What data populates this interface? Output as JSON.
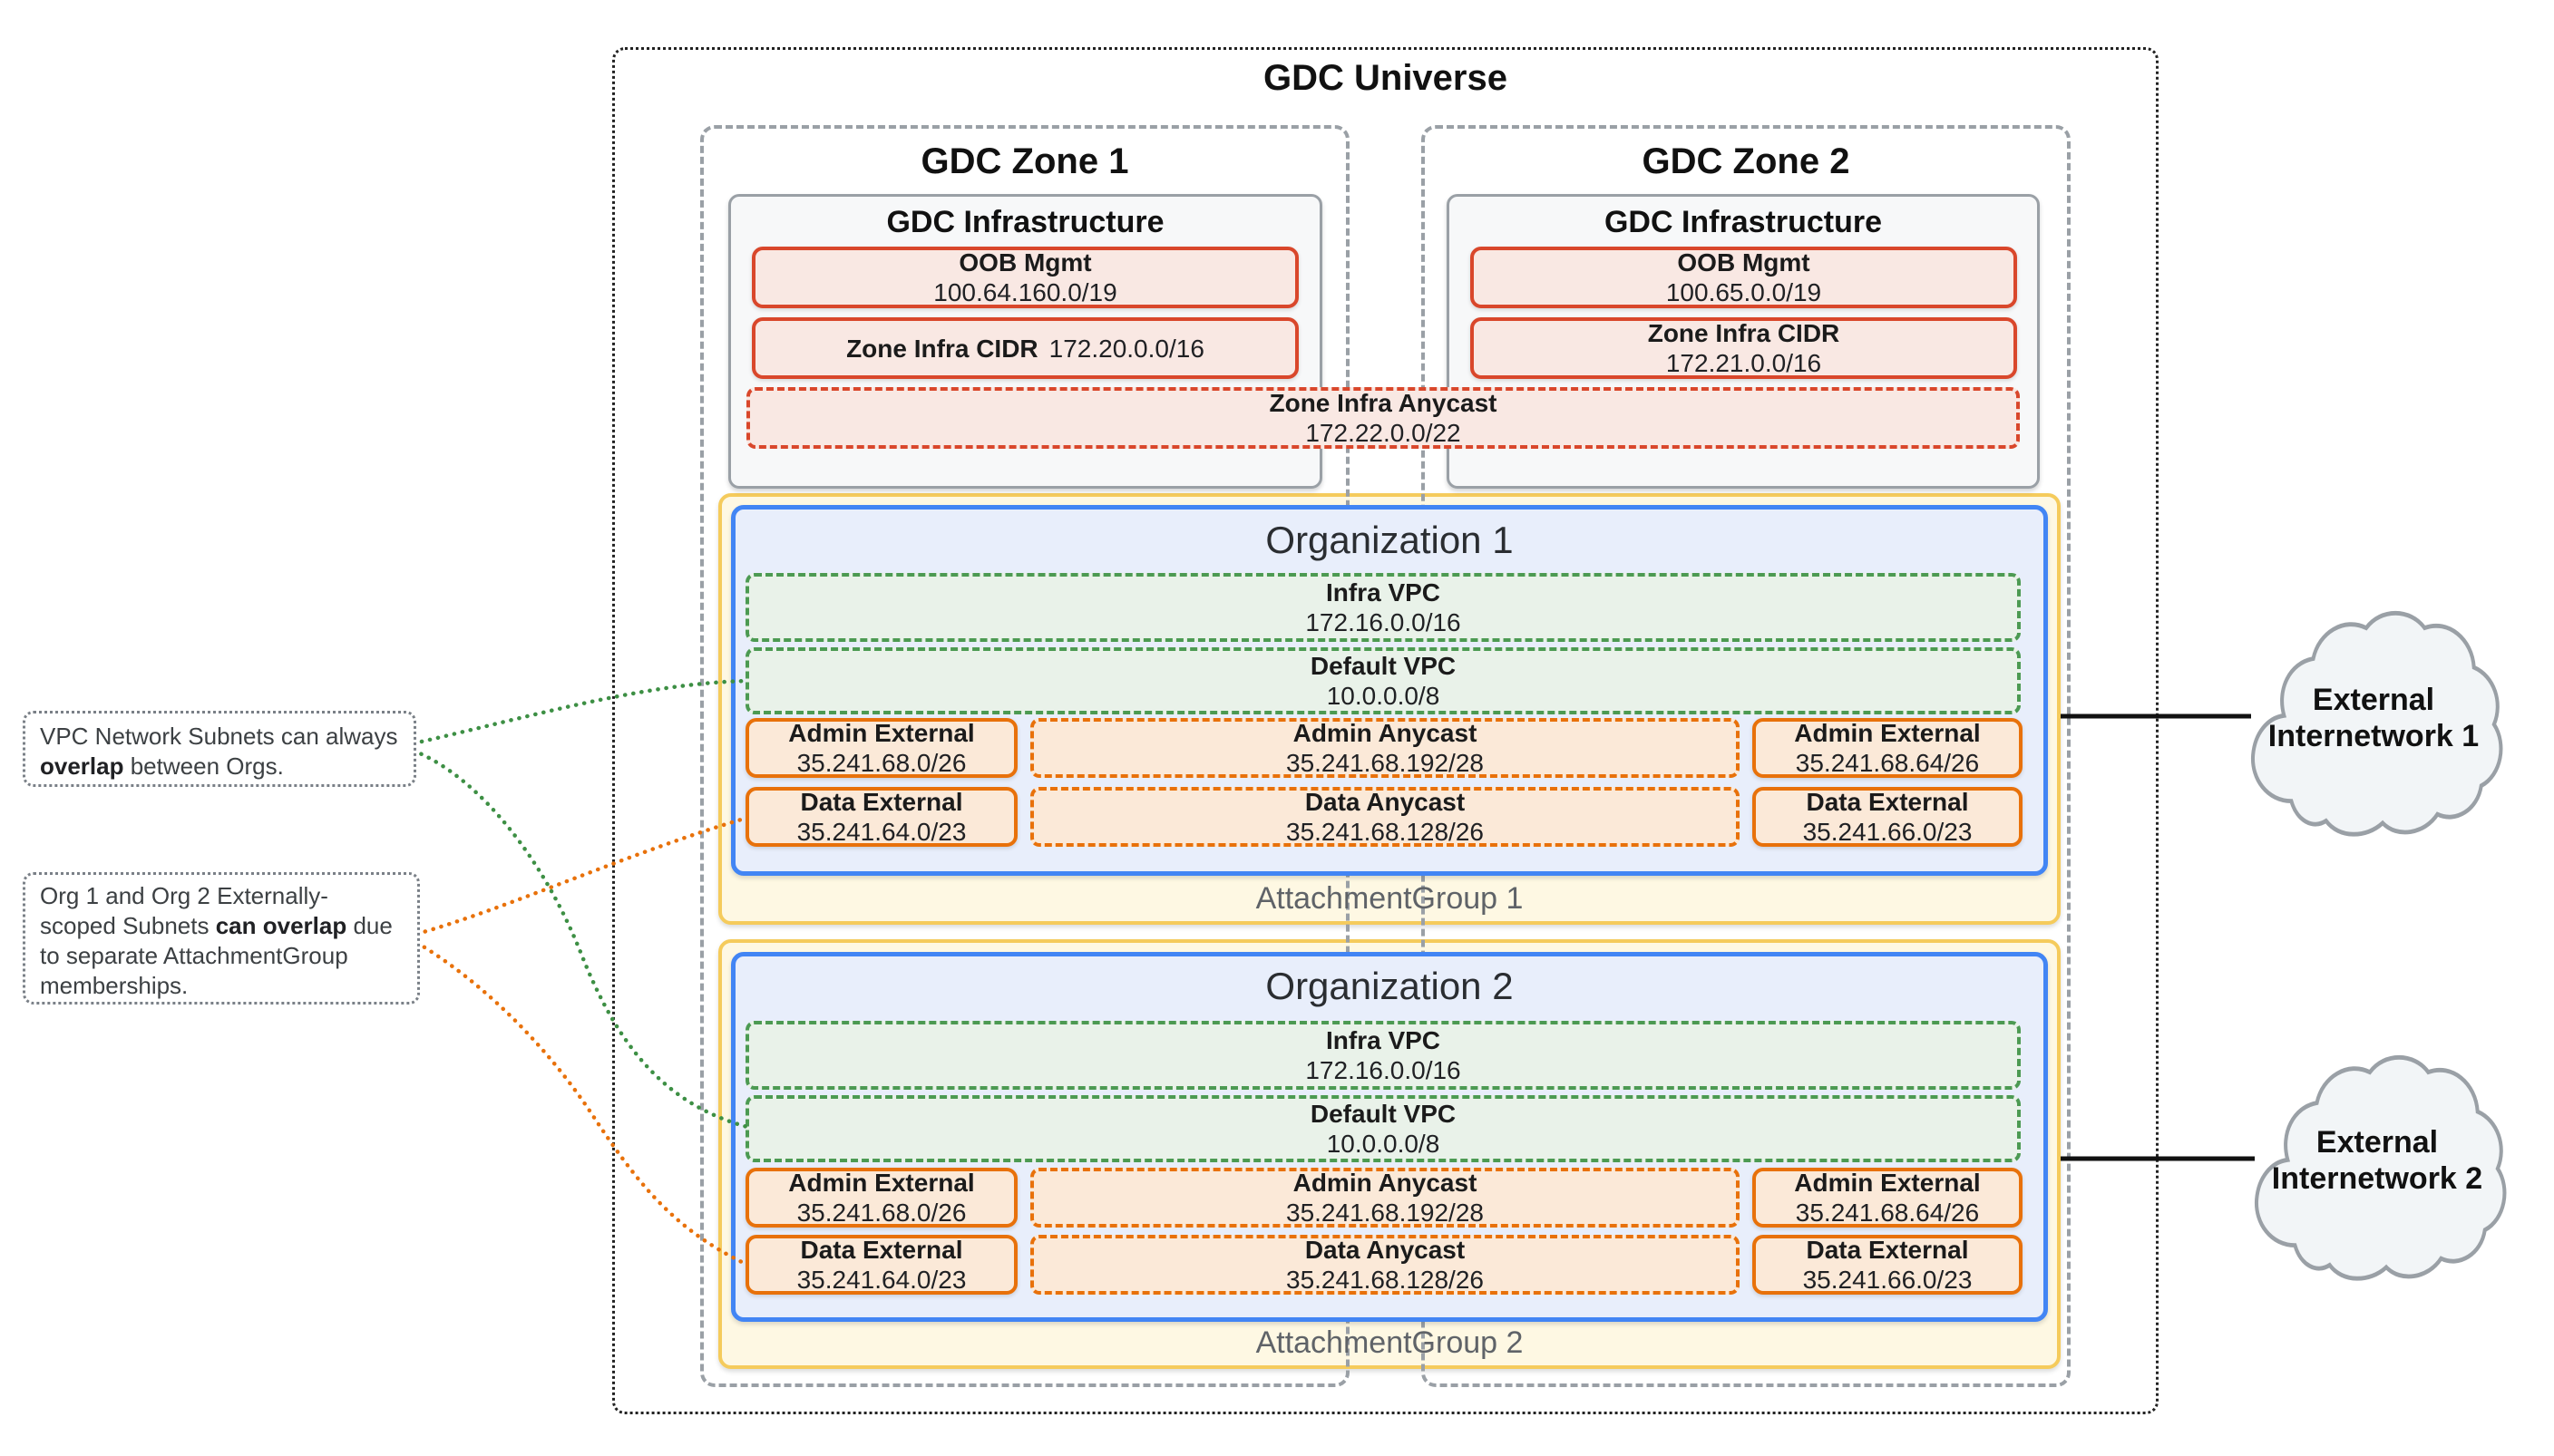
{
  "universe": {
    "title": "GDC Universe"
  },
  "zones": [
    {
      "title": "GDC Zone 1",
      "infrastructure": {
        "title": "GDC Infrastructure",
        "oob_label": "OOB Mgmt",
        "oob_cidr": "100.64.160.0/19",
        "infra_cidr_label": "Zone Infra CIDR",
        "infra_cidr": "172.20.0.0/16"
      }
    },
    {
      "title": "GDC Zone 2",
      "infrastructure": {
        "title": "GDC Infrastructure",
        "oob_label": "OOB Mgmt",
        "oob_cidr": "100.65.0.0/19",
        "infra_cidr_label": "Zone Infra CIDR",
        "infra_cidr": "172.21.0.0/16"
      }
    }
  ],
  "zone_infra_anycast": {
    "label": "Zone Infra Anycast",
    "cidr": "172.22.0.0/22"
  },
  "organizations": [
    {
      "title": "Organization 1",
      "attachment_group_label": "AttachmentGroup 1",
      "infra_vpc_label": "Infra VPC",
      "infra_vpc_cidr": "172.16.0.0/16",
      "default_vpc_label": "Default VPC",
      "default_vpc_cidr": "10.0.0.0/8",
      "admin_external_left_label": "Admin External",
      "admin_external_left_cidr": "35.241.68.0/26",
      "admin_anycast_label": "Admin Anycast",
      "admin_anycast_cidr": "35.241.68.192/28",
      "admin_external_right_label": "Admin External",
      "admin_external_right_cidr": "35.241.68.64/26",
      "data_external_left_label": "Data External",
      "data_external_left_cidr": "35.241.64.0/23",
      "data_anycast_label": "Data Anycast",
      "data_anycast_cidr": "35.241.68.128/26",
      "data_external_right_label": "Data External",
      "data_external_right_cidr": "35.241.66.0/23"
    },
    {
      "title": "Organization 2",
      "attachment_group_label": "AttachmentGroup 2",
      "infra_vpc_label": "Infra VPC",
      "infra_vpc_cidr": "172.16.0.0/16",
      "default_vpc_label": "Default VPC",
      "default_vpc_cidr": "10.0.0.0/8",
      "admin_external_left_label": "Admin External",
      "admin_external_left_cidr": "35.241.68.0/26",
      "admin_anycast_label": "Admin Anycast",
      "admin_anycast_cidr": "35.241.68.192/28",
      "admin_external_right_label": "Admin External",
      "admin_external_right_cidr": "35.241.68.64/26",
      "data_external_left_label": "Data External",
      "data_external_left_cidr": "35.241.64.0/23",
      "data_anycast_label": "Data Anycast",
      "data_anycast_cidr": "35.241.68.128/26",
      "data_external_right_label": "Data External",
      "data_external_right_cidr": "35.241.66.0/23"
    }
  ],
  "annotations": [
    {
      "pre": "VPC Network Subnets can always ",
      "bold": "overlap",
      "post": " between Orgs."
    },
    {
      "pre": "Org 1 and Org 2 Externally-scoped Subnets ",
      "bold": "can overlap",
      "post": " due to separate AttachmentGroup memberships."
    }
  ],
  "external_networks": [
    {
      "line1": "External",
      "line2": "Internetwork 1"
    },
    {
      "line1": "External",
      "line2": "Internetwork 2"
    }
  ],
  "colors": {
    "red_border": "#D9472B",
    "red_fill": "#F9E8E3",
    "green_border": "#4C9A52",
    "green_fill": "#E9F2E9",
    "blue_border": "#4285F4",
    "blue_fill": "#E8EEFB",
    "yellow_border": "#F5CB5C",
    "yellow_fill": "#FEF8E3",
    "orange_border": "#E8710A",
    "orange_fill": "#FBE9D8",
    "gray_border": "#9AA0A6",
    "gray_fill": "#F7F8F9",
    "connector_green": "#3d8f44",
    "connector_orange": "#E8710A",
    "link_black": "#111111"
  }
}
